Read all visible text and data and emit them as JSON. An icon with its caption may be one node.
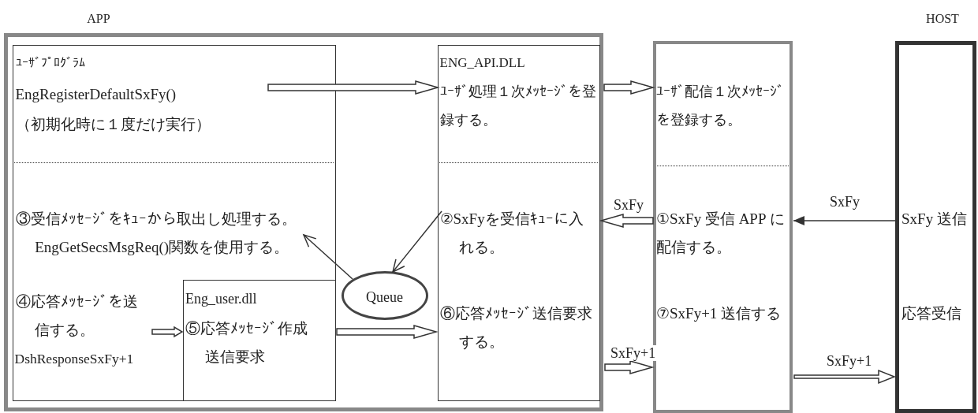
{
  "diagram": {
    "nodes": [
      {
        "text": [
          "APP"
        ]
      },
      {
        "text": [
          "ﾕｰｻﾞﾌﾟﾛｸﾞﾗﾑ",
          "EngRegisterDefaultSxFy()",
          "（初期化時に１度だけ実行）",
          "③受信ﾒｯｾｰｼﾞをｷｭｰから取出し処理する。EngGetSecsMsgReq()関数を使用する。",
          "④応答ﾒｯｾｰｼﾞを送信する。",
          "DshResponseSxFy+1"
        ],
        "in": 0
      },
      {
        "text": [
          "Eng_user.dll",
          "⑤応答ﾒｯｾｰｼﾞ作成送信要求"
        ],
        "in": 1
      },
      {
        "text": [
          "Queue"
        ],
        "in": 0
      },
      {
        "text": [
          "ENG_API.DLL",
          "ﾕｰｻﾞ処理１次ﾒｯｾｰｼﾞを登録する。",
          "②SxFyを受信ｷｭｰに入れる。",
          "⑥応答ﾒｯｾｰｼﾞ送信要求する。"
        ],
        "in": 0
      },
      {
        "text": [
          "ﾕｰｻﾞ配信１次ﾒｯｾｰｼﾞを登録する。",
          "①SxFy 受信 APP に配信する。",
          "⑦SxFy+1 送信する"
        ]
      },
      {
        "text": [
          "HOST",
          "SxFy 送信",
          "応答受信"
        ]
      }
    ],
    "edges": [
      {
        "from": 1,
        "to": 4,
        "arrow": "to"
      },
      {
        "from": 4,
        "to": 5,
        "arrow": "to"
      },
      {
        "from": 5,
        "to": 4,
        "arrow": "to",
        "label": "SxFy"
      },
      {
        "from": 6,
        "to": 5,
        "arrow": "to",
        "label": "SxFy"
      },
      {
        "from": 4,
        "to": 3,
        "arrow": "to"
      },
      {
        "from": 3,
        "to": 1,
        "arrow": "to"
      },
      {
        "from": null,
        "to": 2,
        "arrow": "to"
      },
      {
        "from": 2,
        "to": 4,
        "arrow": "to"
      },
      {
        "from": 0,
        "to": 5,
        "arrow": "to",
        "label": "SxFy+1"
      },
      {
        "from": 5,
        "to": 6,
        "arrow": "to",
        "label": "SxFy+1"
      }
    ]
  }
}
